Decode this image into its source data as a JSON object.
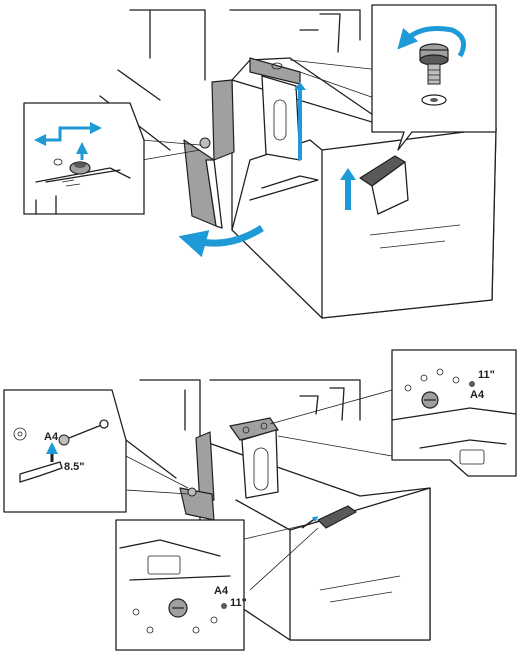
{
  "panel_top": {
    "callouts": {
      "knob": {},
      "guide_slide": {}
    }
  },
  "panel_bottom": {
    "callouts": {
      "scale": {
        "label_a4": "A4",
        "label_85": "8.5\""
      },
      "guide_right": {
        "label_11": "11\"",
        "label_a4": "A4"
      },
      "guide_left": {
        "label_11": "11\"",
        "label_a4": "A4"
      }
    }
  },
  "colors": {
    "line": "#231f20",
    "arrow_blue": "#1e9ad6",
    "arrow_light": "#e6eef5",
    "guide_gray": "#a0a0a2",
    "guide_dark": "#58595b",
    "indicator": "#bcbec0",
    "background": "#ffffff"
  },
  "icons": {
    "rotate": "rotate-arrow-icon",
    "slide": "slide-arrow-icon",
    "lift": "up-arrow-icon",
    "swing": "curved-arrow-icon"
  }
}
